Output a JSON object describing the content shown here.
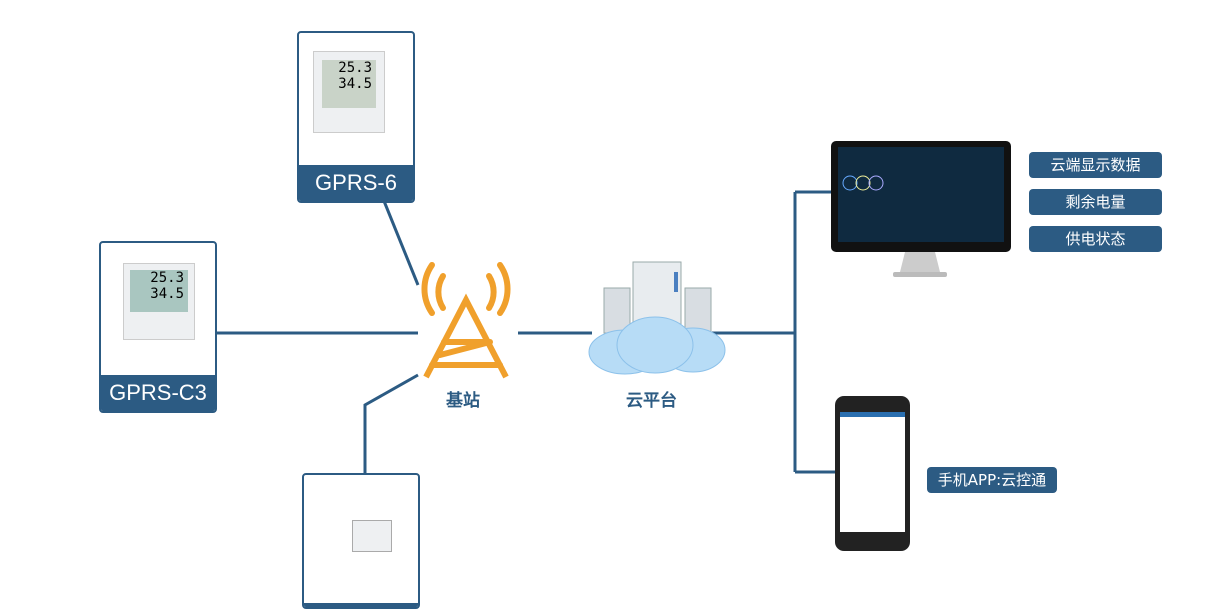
{
  "devices": [
    {
      "label": "GPRS-6",
      "screen": [
        "25.3",
        "34.5"
      ]
    },
    {
      "label": "GPRS-C3",
      "screen": [
        "25.3",
        "34.5"
      ]
    },
    {
      "label": ""
    }
  ],
  "nodes": {
    "base_station": "基站",
    "cloud_platform": "云平台"
  },
  "cloud_features": [
    "云端显示数据",
    "剩余电量",
    "供电状态"
  ],
  "mobile_app": "手机APP:云控通",
  "colors": {
    "line": "#2c5b83",
    "label_bg": "#2c5b83",
    "tower": "#f0a02c"
  }
}
